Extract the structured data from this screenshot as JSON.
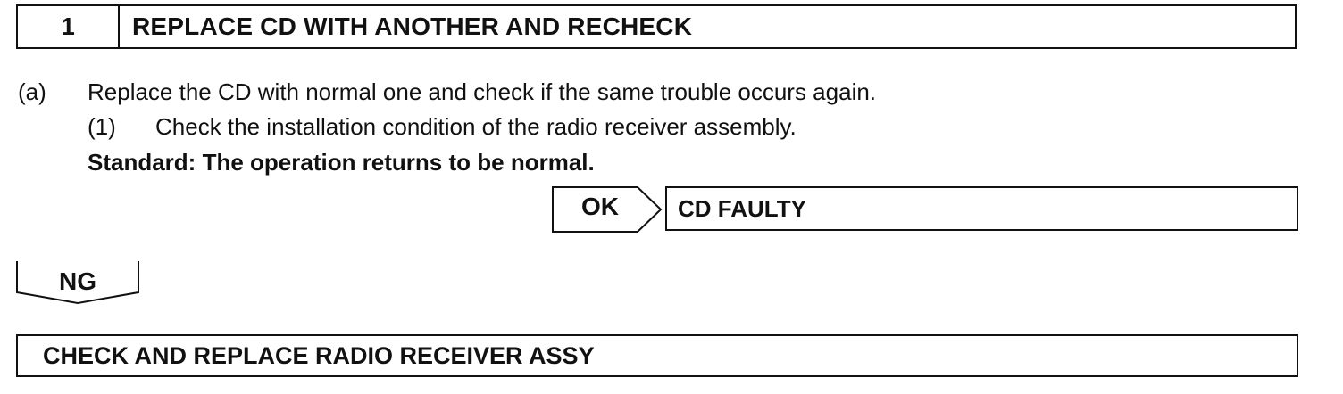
{
  "step": {
    "number": "1",
    "title": "REPLACE CD WITH ANOTHER AND RECHECK"
  },
  "procedure": {
    "item_a_label": "(a)",
    "item_a_text": "Replace the CD with normal one and check if the same trouble occurs again.",
    "item_1_label": "(1)",
    "item_1_text": "Check the installation condition of the radio receiver assembly.",
    "standard": "Standard: The operation returns to be normal."
  },
  "branches": {
    "ok_label": "OK",
    "ok_result": "CD FAULTY",
    "ng_label": "NG",
    "ng_result": "CHECK AND REPLACE RADIO RECEIVER ASSY"
  }
}
